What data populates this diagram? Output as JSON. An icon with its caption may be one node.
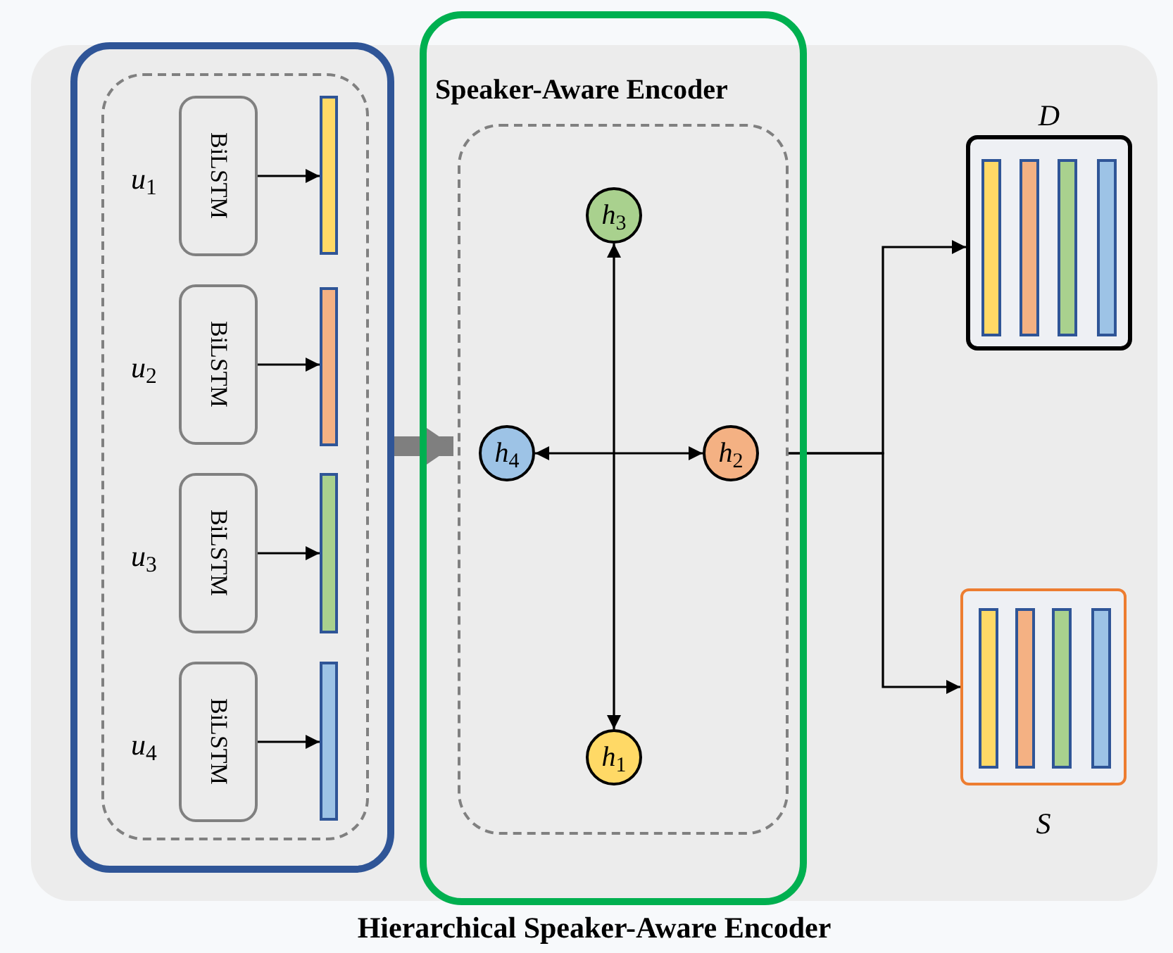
{
  "diagram": {
    "nodes": [
      {
        "text": [
          "Hierarchical Speaker-Aware Encoder"
        ]
      },
      {
        "text": [],
        "shape": "box",
        "in": 0
      },
      {
        "text": [],
        "shape": "box",
        "in": 1
      },
      {
        "text": [
          "BiLSTM"
        ],
        "in": 2,
        "beside": [
          "*u*$_{1}$"
        ]
      },
      {
        "text": [
          "BiLSTM"
        ],
        "in": 2,
        "beside": [
          "*u*$_{2}$"
        ]
      },
      {
        "text": [
          "BiLSTM"
        ],
        "in": 2,
        "beside": [
          "*u*$_{3}$"
        ]
      },
      {
        "text": [
          "BiLSTM"
        ],
        "in": 2,
        "beside": [
          "*u*$_{4}$"
        ]
      },
      {
        "text": [],
        "shape": "bar",
        "in": 2
      },
      {
        "text": [],
        "shape": "bar",
        "in": 2
      },
      {
        "text": [],
        "shape": "bar",
        "in": 2
      },
      {
        "text": [],
        "shape": "bar",
        "in": 2
      },
      {
        "text": [
          "Speaker-Aware Encoder"
        ],
        "in": 0
      },
      {
        "text": [],
        "shape": "box",
        "in": 11
      },
      {
        "text": [
          "*h*$_{3}$"
        ],
        "in": 12
      },
      {
        "text": [
          "*h*$_{4}$"
        ],
        "in": 12
      },
      {
        "text": [
          "*h*$_{2}$"
        ],
        "in": 12
      },
      {
        "text": [
          "*h*$_{1}$"
        ],
        "in": 12
      },
      {
        "text": [
          "D"
        ],
        "in": 0
      },
      {
        "text": [],
        "shape": "bar",
        "in": 17
      },
      {
        "text": [],
        "shape": "bar",
        "in": 17
      },
      {
        "text": [],
        "shape": "bar",
        "in": 17
      },
      {
        "text": [],
        "shape": "bar",
        "in": 17
      },
      {
        "text": [
          "S"
        ],
        "in": 0
      },
      {
        "text": [],
        "shape": "bar",
        "in": 22
      },
      {
        "text": [],
        "shape": "bar",
        "in": 22
      },
      {
        "text": [],
        "shape": "bar",
        "in": 22
      },
      {
        "text": [],
        "shape": "bar",
        "in": 22
      }
    ],
    "edges": [
      {
        "from": 3,
        "to": 7,
        "arrow": "to"
      },
      {
        "from": 4,
        "to": 8,
        "arrow": "to"
      },
      {
        "from": 5,
        "to": 9,
        "arrow": "to"
      },
      {
        "from": 6,
        "to": 10,
        "arrow": "to"
      },
      {
        "from": 1,
        "to": 11,
        "arrow": "to",
        "style": "thick",
        "color": "#7f7f7f"
      },
      {
        "from": 13,
        "to": 16,
        "arrow": "both"
      },
      {
        "from": 14,
        "to": 15,
        "arrow": "both"
      },
      {
        "from": 12,
        "to": 17,
        "arrow": "to"
      },
      {
        "from": 12,
        "to": 22,
        "arrow": "to"
      }
    ]
  }
}
